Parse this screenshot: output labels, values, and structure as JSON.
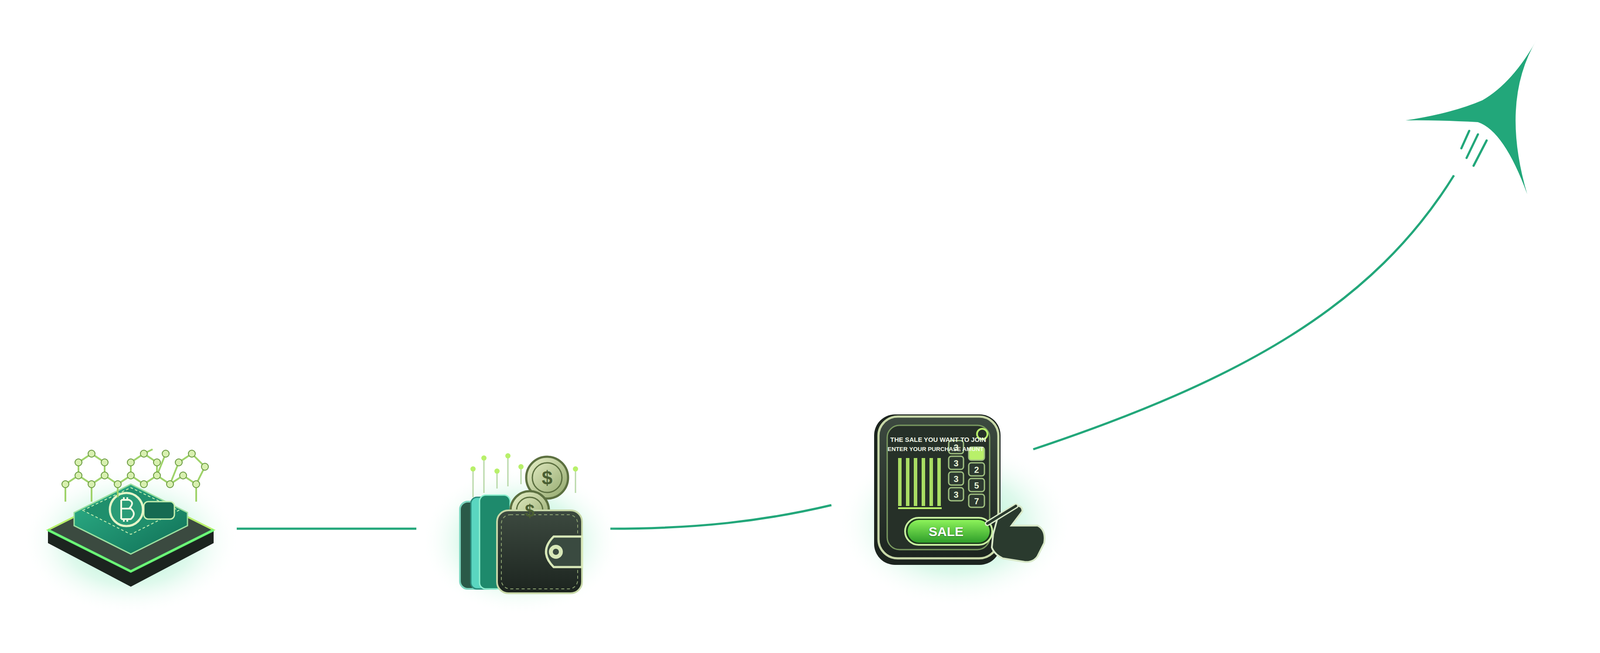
{
  "diagram": {
    "labels": [
      "THE SALE YOU WANT TO JOIN",
      "ENTER YOUR PURCHASE AMUNT",
      "$",
      "$",
      "3",
      "3",
      "3",
      "3",
      "2",
      "5",
      "7",
      "SALE"
    ]
  }
}
